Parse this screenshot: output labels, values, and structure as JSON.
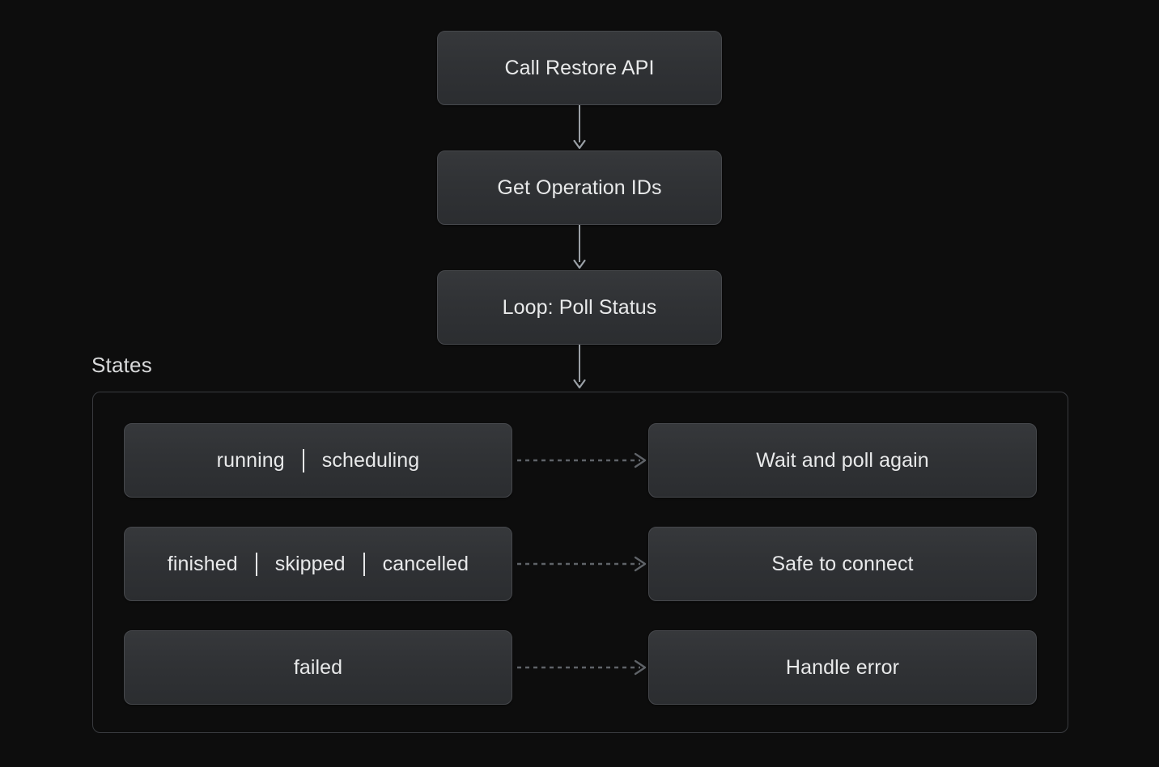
{
  "diagram": {
    "background_color": "#0d0d0d",
    "node_fill_top": "#36383b",
    "node_fill_bottom": "#2b2d30",
    "node_border_color": "#46484c",
    "text_color": "#e8e9ea",
    "connector_color": "#9aa0a6",
    "dashed_connector_color": "#5f6368",
    "group_border_color": "#393b3f"
  },
  "flow": {
    "nodes": [
      {
        "label": "Call Restore API"
      },
      {
        "label": "Get Operation IDs"
      },
      {
        "label": "Loop: Poll Status"
      }
    ],
    "connectors": [
      {
        "type": "arrow-down",
        "from": "Call Restore API",
        "to": "Get Operation IDs"
      },
      {
        "type": "arrow-down",
        "from": "Get Operation IDs",
        "to": "Loop: Poll Status"
      },
      {
        "type": "arrow-down",
        "from": "Loop: Poll Status",
        "to": "States"
      }
    ]
  },
  "states": {
    "group_label": "States",
    "rows": [
      {
        "tokens": [
          "running",
          "scheduling"
        ],
        "separator": "|",
        "connector": "dashed-arrow-right",
        "outcome": "Wait and poll again"
      },
      {
        "tokens": [
          "finished",
          "skipped",
          "cancelled"
        ],
        "separator": "|",
        "connector": "dashed-arrow-right",
        "outcome": "Safe to connect"
      },
      {
        "tokens": [
          "failed"
        ],
        "separator": "|",
        "connector": "dashed-arrow-right",
        "outcome": "Handle error"
      }
    ]
  }
}
